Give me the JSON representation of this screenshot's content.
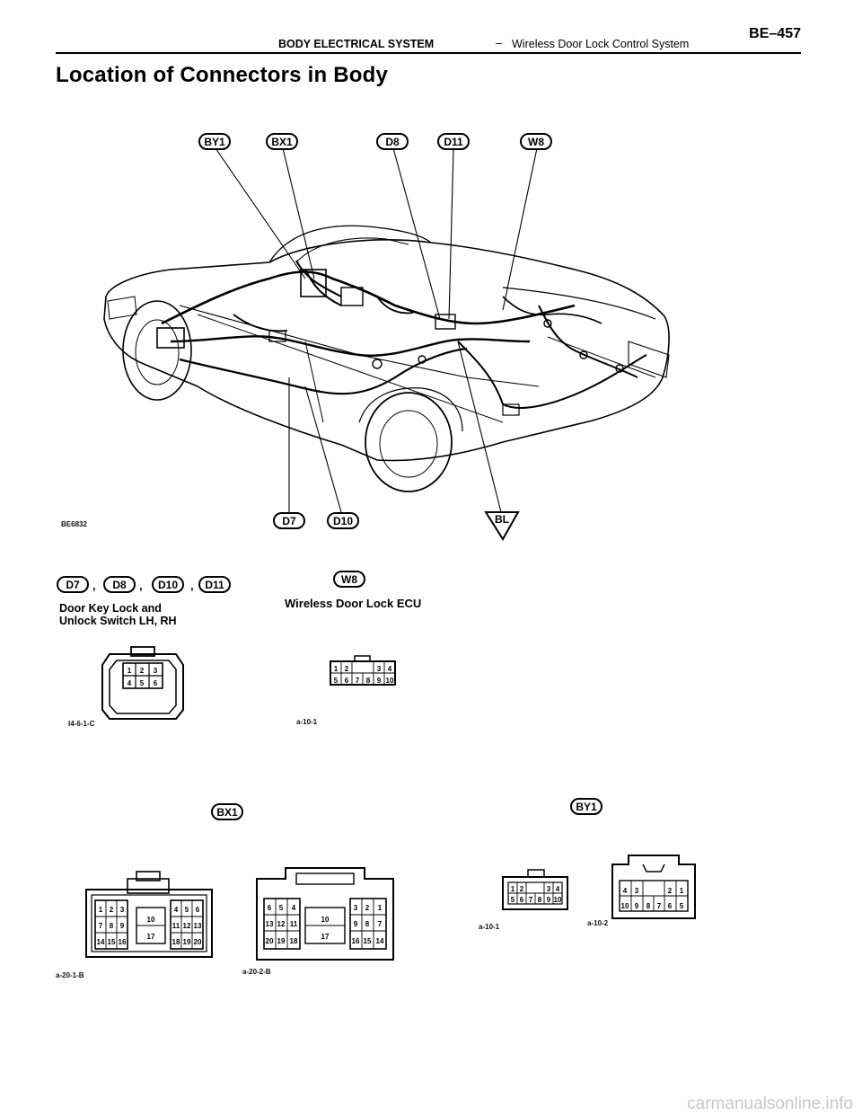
{
  "header": {
    "system": "BODY ELECTRICAL SYSTEM",
    "dash": "–",
    "subsystem": "Wireless Door Lock Control System",
    "page": "BE–457"
  },
  "title": "Location of Connectors in Body",
  "top_labels": {
    "by1": "BY1",
    "bx1": "BX1",
    "d8": "D8",
    "d11": "D11",
    "w8": "W8",
    "d7": "D7",
    "d10": "D10",
    "bl": "BL"
  },
  "figure_code": "BE6832",
  "section1": {
    "tags": [
      "D7",
      "D8",
      "D10",
      "D11"
    ],
    "desc_line1": "Door Key Lock and",
    "desc_line2": "Unlock Switch LH, RH",
    "pins": [
      "1",
      "2",
      "3",
      "4",
      "5",
      "6"
    ],
    "code": "I4-6-1-C"
  },
  "section2": {
    "tag": "W8",
    "desc": "Wireless Door Lock ECU",
    "pins_top": [
      "1",
      "2",
      "3",
      "4"
    ],
    "pins_bottom": [
      "5",
      "6",
      "7",
      "8",
      "9",
      "10"
    ],
    "code": "a-10-1"
  },
  "section3": {
    "tag": "BX1",
    "left": {
      "row1a": [
        "1",
        "2",
        "3"
      ],
      "row1b": [
        "4",
        "5",
        "6"
      ],
      "row2a": [
        "7",
        "8",
        "9"
      ],
      "mid1": "10",
      "row2b": [
        "11",
        "12",
        "13"
      ],
      "row3a": [
        "14",
        "15",
        "16"
      ],
      "mid2": "17",
      "row3b": [
        "18",
        "19",
        "20"
      ],
      "code": "a-20-1-B"
    },
    "right": {
      "row1a": [
        "6",
        "5",
        "4"
      ],
      "row1b": [
        "3",
        "2",
        "1"
      ],
      "row2a": [
        "13",
        "12",
        "11"
      ],
      "mid1": "10",
      "row2b": [
        "9",
        "8",
        "7"
      ],
      "row3a": [
        "20",
        "19",
        "18"
      ],
      "mid2": "17",
      "row3b": [
        "16",
        "15",
        "14"
      ],
      "code": "a-20-2-B"
    }
  },
  "section4": {
    "tag": "BY1",
    "left": {
      "top": [
        "1",
        "2",
        "3",
        "4"
      ],
      "bottom": [
        "5",
        "6",
        "7",
        "8",
        "9",
        "10"
      ],
      "code": "a-10-1"
    },
    "right": {
      "top_l": [
        "4",
        "3"
      ],
      "top_r": [
        "2",
        "1"
      ],
      "bottom": [
        "10",
        "9",
        "8",
        "7",
        "6",
        "5"
      ],
      "code": "a-10-2"
    }
  },
  "footer": "carmanualsonline.info"
}
